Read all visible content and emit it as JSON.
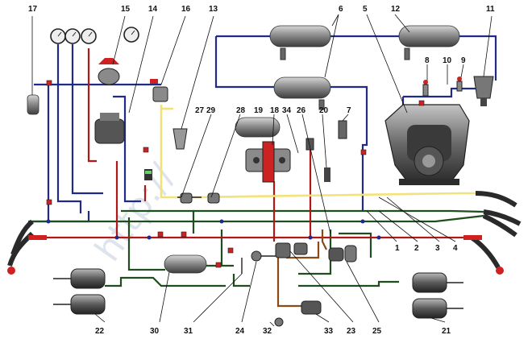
{
  "watermark": "http://",
  "labels": {
    "n1": "1",
    "n2": "2",
    "n3": "3",
    "n4": "4",
    "n5": "5",
    "n6": "6",
    "n7": "7",
    "n8": "8",
    "n9": "9",
    "n10": "10",
    "n11": "11",
    "n12": "12",
    "n13": "13",
    "n14": "14",
    "n15": "15",
    "n16": "16",
    "n17": "17",
    "n18": "18",
    "n19": "19",
    "n20": "20",
    "n21": "21",
    "n22": "22",
    "n23": "23",
    "n24": "24",
    "n25": "25",
    "n26": "26",
    "n27": "27",
    "n28": "28",
    "n29": "29",
    "n30": "30",
    "n31": "31",
    "n32": "32",
    "n33": "33",
    "n34": "34"
  },
  "colors": {
    "supply_line": "#1f2a8a",
    "control_line": "#b01818",
    "yellow_line": "#f3e27a",
    "green_line": "#1e4d1e",
    "brown_line": "#8a4a16",
    "tank": "#8e8e8e",
    "valve_red": "#d02020",
    "hose": "#2a2a2a"
  }
}
